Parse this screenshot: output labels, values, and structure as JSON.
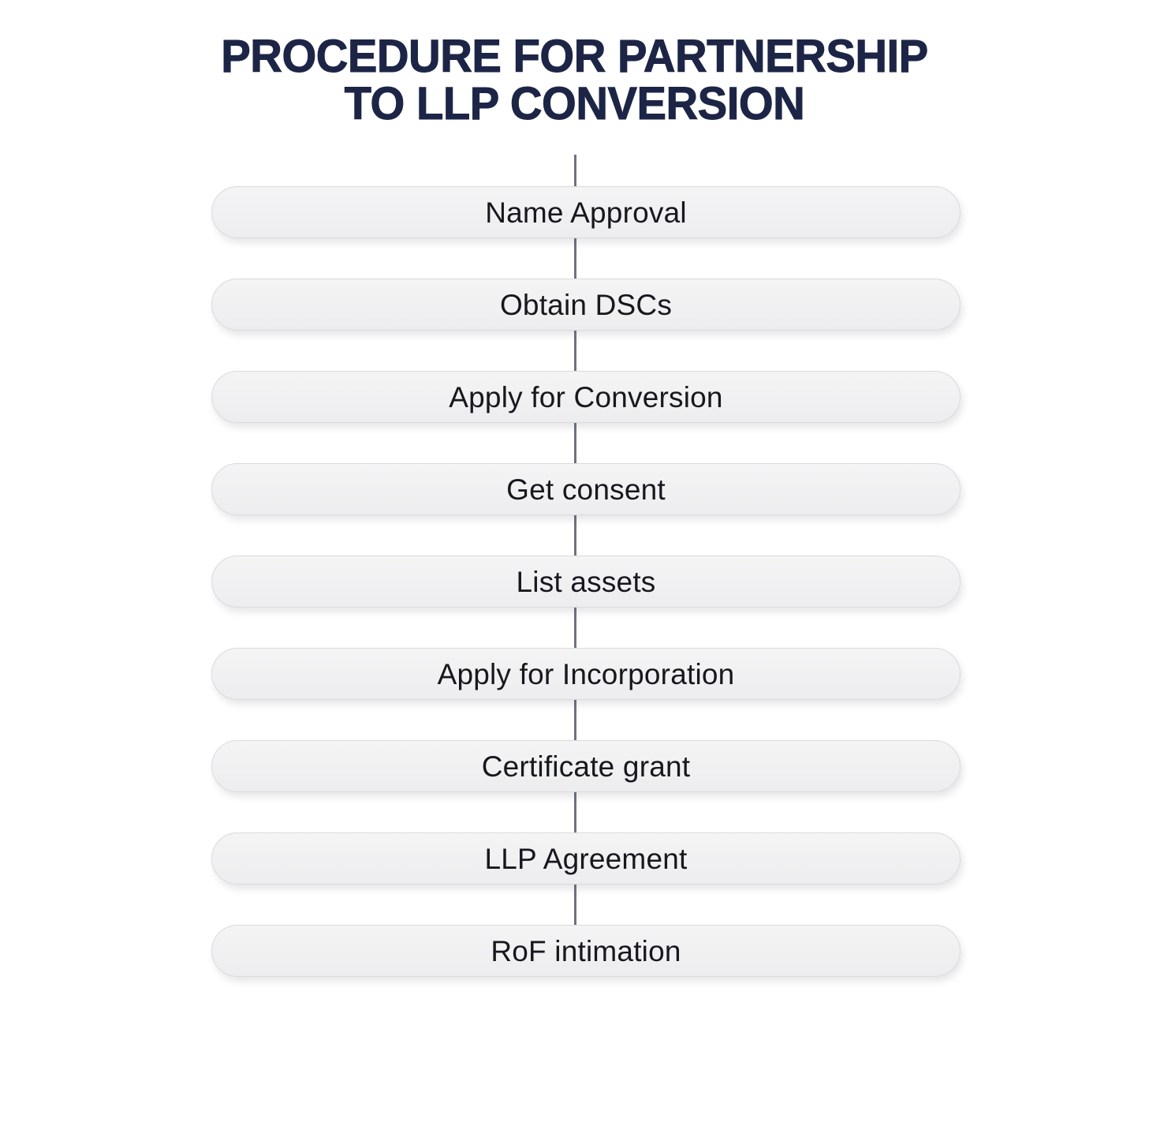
{
  "title": {
    "line1": "PROCEDURE FOR PARTNERSHIP",
    "line2": "TO LLP CONVERSION"
  },
  "steps": [
    {
      "label": "Name Approval"
    },
    {
      "label": "Obtain DSCs"
    },
    {
      "label": "Apply for Conversion"
    },
    {
      "label": "Get consent"
    },
    {
      "label": "List assets"
    },
    {
      "label": "Apply for Incorporation"
    },
    {
      "label": "Certificate grant"
    },
    {
      "label": "LLP Agreement"
    },
    {
      "label": "RoF intimation"
    }
  ],
  "colors": {
    "title_navy": "#1d2547",
    "box_fill_top": "#f4f4f5",
    "box_fill_bottom": "#ededef",
    "box_border": "#dadadd",
    "connector_line": "#6e737d",
    "step_text": "#16181d",
    "background": "#ffffff"
  }
}
